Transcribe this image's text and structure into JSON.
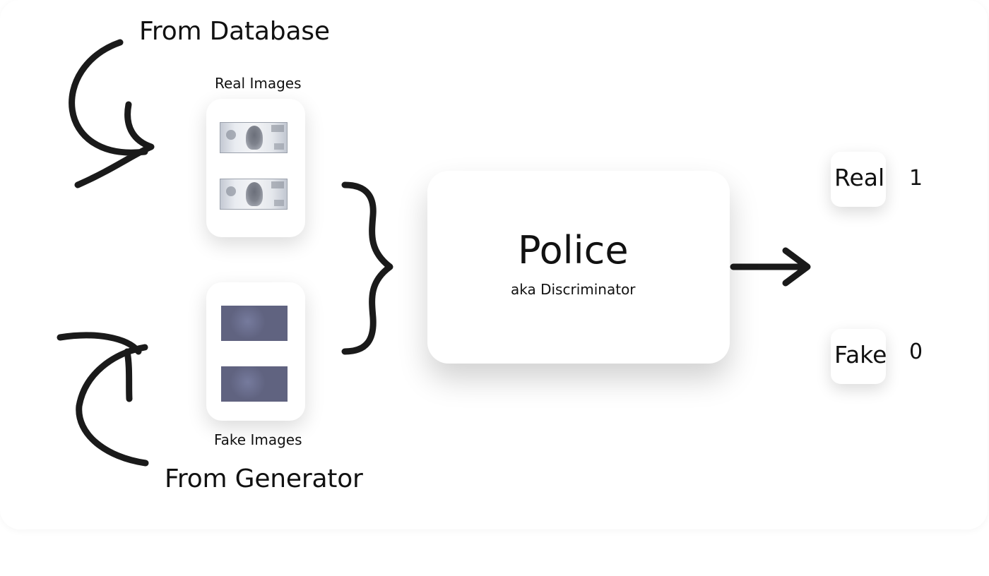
{
  "labels": {
    "from_database": "From Database",
    "real_images": "Real Images",
    "fake_images": "Fake Images",
    "from_generator": "From Generator"
  },
  "discriminator": {
    "title": "Police",
    "subtitle": "aka Discriminator"
  },
  "outputs": [
    {
      "label": "Real",
      "value": "1"
    },
    {
      "label": "Fake",
      "value": "0"
    }
  ]
}
